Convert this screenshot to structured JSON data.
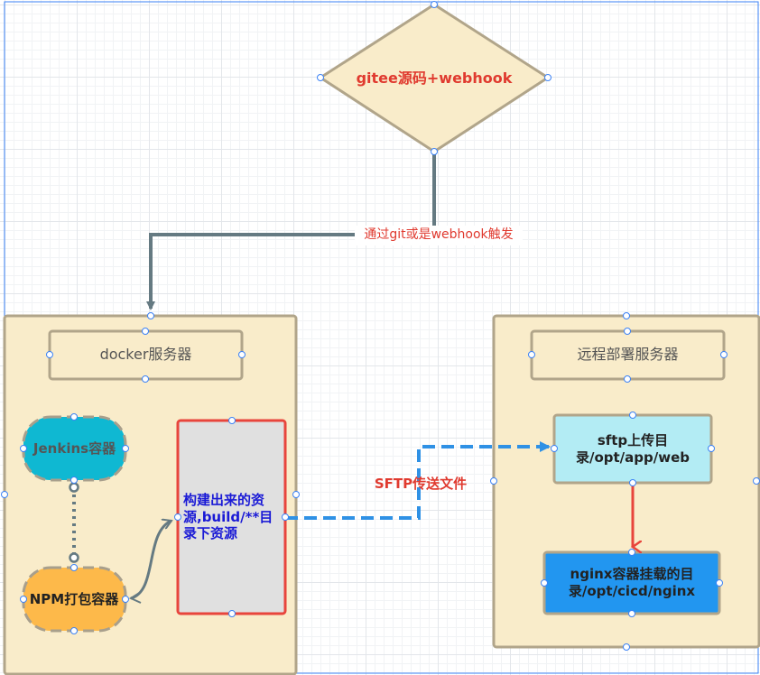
{
  "diagram": {
    "gitee_node": "gitee源码+webhook",
    "trigger_label": "通过git或是webhook触发",
    "docker_server": "docker服务器",
    "jenkins_container": "Jenkins容器",
    "npm_container": "NPM打包容器",
    "build_output": "构建出来的资源,build/**目录下资源",
    "sftp_label": "SFTP传送文件",
    "remote_server": "远程部署服务器",
    "sftp_upload": "sftp上传目录/opt/app/web",
    "nginx_mount": "nginx容器挂载的目录/opt/cicd/nginx"
  },
  "colors": {
    "panel_fill": "#f9ecca",
    "panel_border": "#b1a58a",
    "red_text": "#e03a2f",
    "blue_text": "#1a1ad6",
    "jenkins_fill": "#0fb8d2",
    "npm_fill": "#fdb94a",
    "build_fill": "#e0e0e0",
    "sftp_fill": "#b3ecf4",
    "nginx_fill": "#2296f0",
    "connector": "#657a82",
    "dashed_blue": "#2f91e5"
  }
}
